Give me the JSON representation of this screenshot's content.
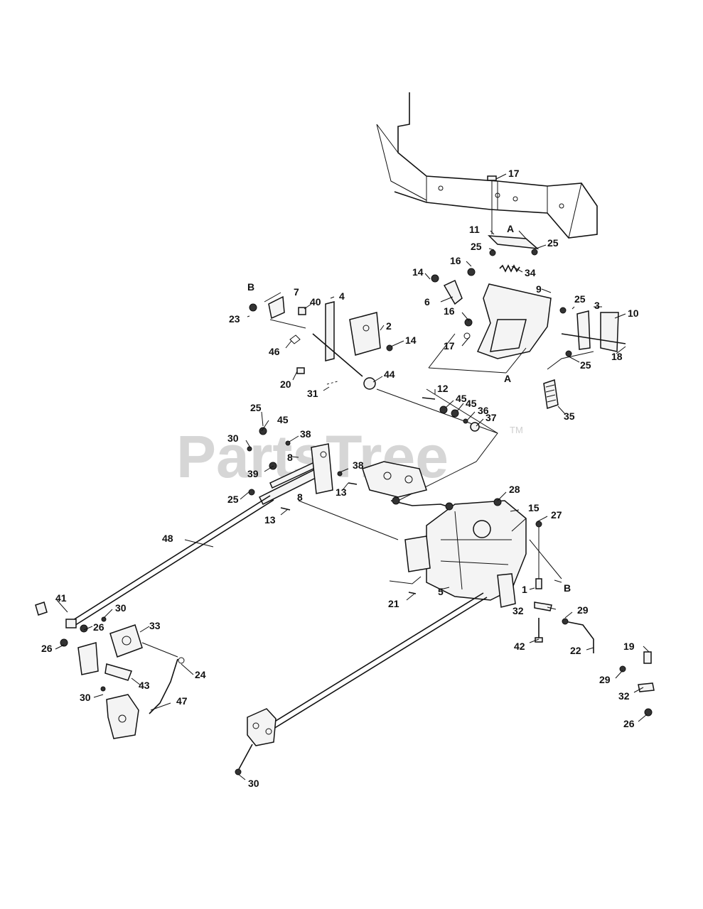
{
  "watermark": {
    "text": "PartsTree",
    "trademark": "TM"
  },
  "callouts": [
    "1",
    "2",
    "3",
    "4",
    "5",
    "6",
    "7",
    "8",
    "9",
    "10",
    "11",
    "12",
    "13",
    "14",
    "15",
    "16",
    "17",
    "18",
    "19",
    "20",
    "21",
    "22",
    "23",
    "24",
    "25",
    "26",
    "27",
    "28",
    "29",
    "30",
    "31",
    "32",
    "33",
    "34",
    "35",
    "36",
    "37",
    "38",
    "39",
    "40",
    "41",
    "42",
    "43",
    "44",
    "45",
    "46",
    "47",
    "48",
    "A",
    "B"
  ],
  "labels": {
    "l17a": "17",
    "l11": "11",
    "lA1": "A",
    "l25a": "25",
    "l25b": "25",
    "l34": "34",
    "l16a": "16",
    "l14a": "14",
    "l9": "9",
    "l6": "6",
    "l16b": "16",
    "l17b": "17",
    "lA2": "A",
    "l25c": "25",
    "l3": "3",
    "l10": "10",
    "l18": "18",
    "l25d": "25",
    "l35": "35",
    "lB1": "B",
    "l7": "7",
    "l40": "40",
    "l4": "4",
    "l23": "23",
    "l2": "2",
    "l14b": "14",
    "l46": "46",
    "l20": "20",
    "l31": "31",
    "l44": "44",
    "l12": "12",
    "l45a": "45",
    "l45b": "45",
    "l36": "36",
    "l37": "37",
    "l25e": "25",
    "l45c": "45",
    "l30a": "30",
    "l38a": "38",
    "l8a": "8",
    "l38b": "38",
    "l39": "39",
    "l13a": "13",
    "l25f": "25",
    "l8b": "8",
    "l13b": "13",
    "l28": "28",
    "l15": "15",
    "l27": "27",
    "l48": "48",
    "lB2": "B",
    "l1": "1",
    "l5": "5",
    "l21": "21",
    "l32a": "32",
    "l29a": "29",
    "l41": "41",
    "l30b": "30",
    "l33": "33",
    "l26a": "26",
    "l26b": "26",
    "l24": "24",
    "l22": "22",
    "l42": "42",
    "l19": "19",
    "l43": "43",
    "l29b": "29",
    "l30c": "30",
    "l47": "47",
    "l32b": "32",
    "l26c": "26",
    "l30d": "30"
  }
}
